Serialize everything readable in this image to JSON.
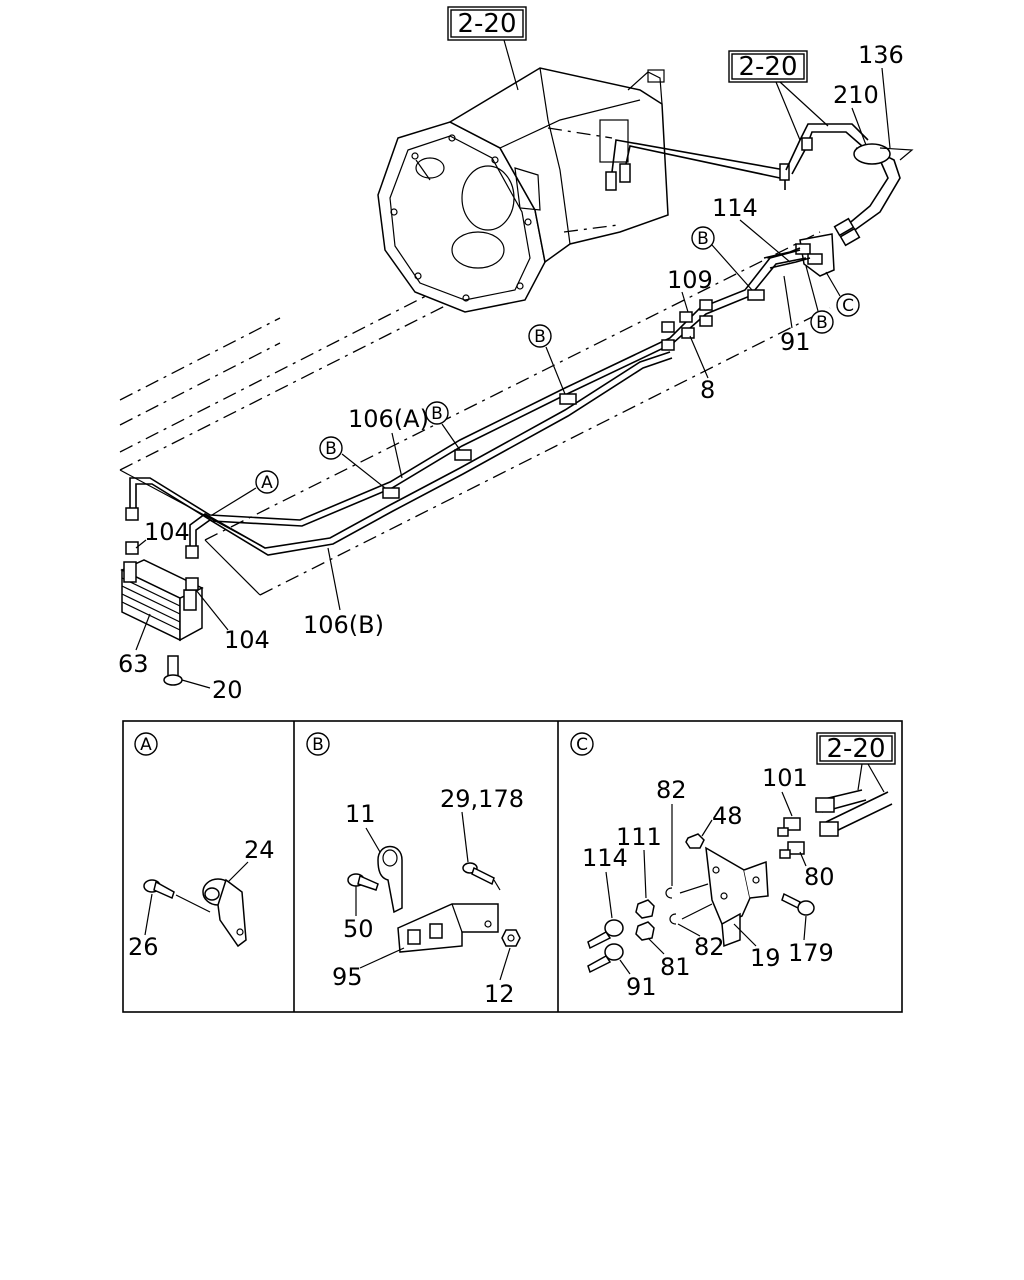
{
  "refs": {
    "top_transmission": "2-20",
    "top_pipe": "2-20",
    "detail_c": "2-20"
  },
  "callouts": {
    "c136": "136",
    "c210": "210",
    "c114": "114",
    "c109": "109",
    "c8": "8",
    "c91": "91",
    "c106a": "106(A)",
    "c106b": "106(B)",
    "c104_upper": "104",
    "c104_lower": "104",
    "c63": "63",
    "c20": "20"
  },
  "markers": {
    "a": "A",
    "b": "B",
    "c": "C"
  },
  "details": {
    "a": {
      "label": "A",
      "parts": {
        "p24": "24",
        "p26": "26"
      }
    },
    "b": {
      "label": "B",
      "parts": {
        "p11": "11",
        "p29": "29,178",
        "p50": "50",
        "p95": "95",
        "p12": "12"
      }
    },
    "c": {
      "label": "C",
      "parts": {
        "p101": "101",
        "p82a": "82",
        "p48": "48",
        "p111": "111",
        "p114": "114",
        "p80": "80",
        "p82b": "82",
        "p19": "19",
        "p179": "179",
        "p81": "81",
        "p91": "91"
      }
    }
  }
}
